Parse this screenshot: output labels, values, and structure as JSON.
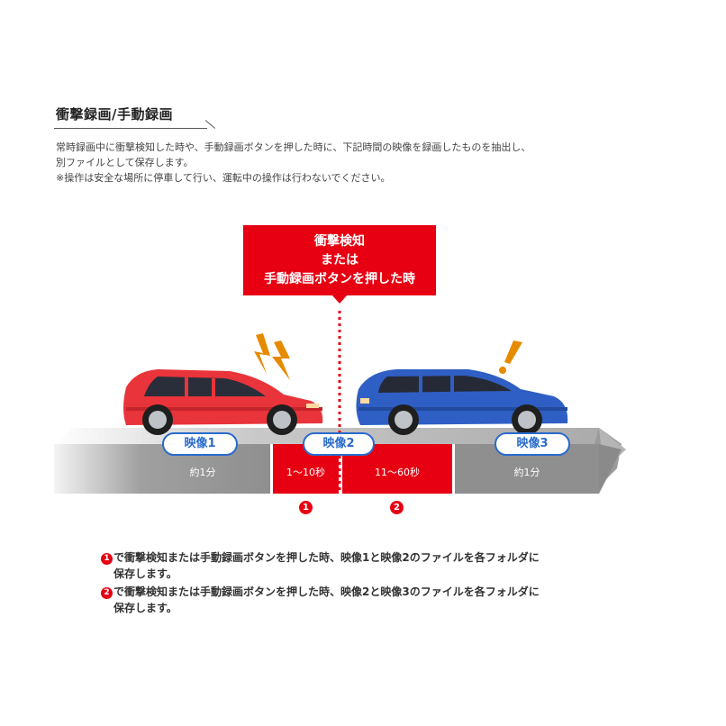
{
  "heading": "衝撃録画/手動録画",
  "description": [
    "常時録画中に衝撃検知した時や、手動録画ボタンを押した時に、下記時間の映像を録画したものを抽出し、",
    "別ファイルとして保存します。",
    "※操作は安全な場所に停車して行い、運転中の操作は行わないでください。"
  ],
  "callout": {
    "lines": [
      "衝撃検知",
      "または",
      "手動録画ボタンを押した時"
    ]
  },
  "clips": [
    {
      "label": "映像1",
      "duration": "約1分"
    },
    {
      "label": "映像2",
      "before": "1〜10秒",
      "after": "11〜60秒"
    },
    {
      "label": "映像3",
      "duration": "約1分"
    }
  ],
  "markers": [
    "1",
    "2"
  ],
  "notes": [
    {
      "num": "1",
      "line1": "で衝撃検知または手動録画ボタンを押した時、映像1と映像2のファイルを各フォルダに",
      "line2": "保存します。"
    },
    {
      "num": "2",
      "line1": "で衝撃検知または手動録画ボタンを押した時、映像2と映像3のファイルを各フォルダに",
      "line2": "保存します。"
    }
  ],
  "colors": {
    "accent_red": "#e60012",
    "pill_blue": "#2a6bcc",
    "road_gray": "#8c8c8c",
    "red_car": "#e8343a",
    "blue_car": "#2f5fc4"
  },
  "icons": [
    "lightning-icon",
    "exclamation-icon"
  ]
}
